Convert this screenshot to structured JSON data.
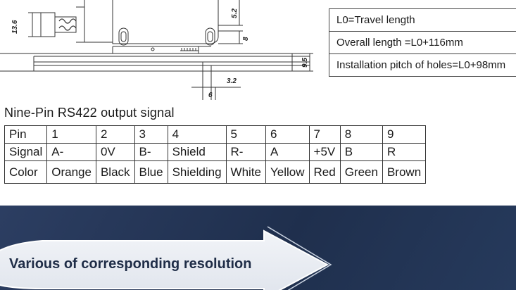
{
  "drawing": {
    "dimensions": {
      "d_13_6": "13.6",
      "d_5_2": "5.2",
      "d_8": "8",
      "d_9_5": "9.5",
      "d_3_2": "3.2",
      "d_6": "6"
    }
  },
  "spec": {
    "travel": "L0=Travel length",
    "overall": "Overall length =L0+116mm",
    "pitch": "Installation pitch of holes=L0+98mm"
  },
  "section_title": "Nine-Pin RS422  output  signal",
  "pin_table": {
    "rows": [
      {
        "label": "Pin",
        "cells": [
          "1",
          "2",
          "3",
          "4",
          "5",
          "6",
          "7",
          "8",
          "9"
        ]
      },
      {
        "label": "Signal",
        "cells": [
          "A-",
          "0V",
          "B-",
          "Shield",
          "R-",
          "A",
          "+5V",
          "B",
          "R"
        ]
      },
      {
        "label": "Color",
        "cells": [
          "Orange",
          "Black",
          "Blue",
          "Shielding",
          "White",
          "Yellow",
          "Red",
          "Green",
          "Brown"
        ]
      }
    ]
  },
  "banner": {
    "label": "Various of corresponding resolution"
  }
}
